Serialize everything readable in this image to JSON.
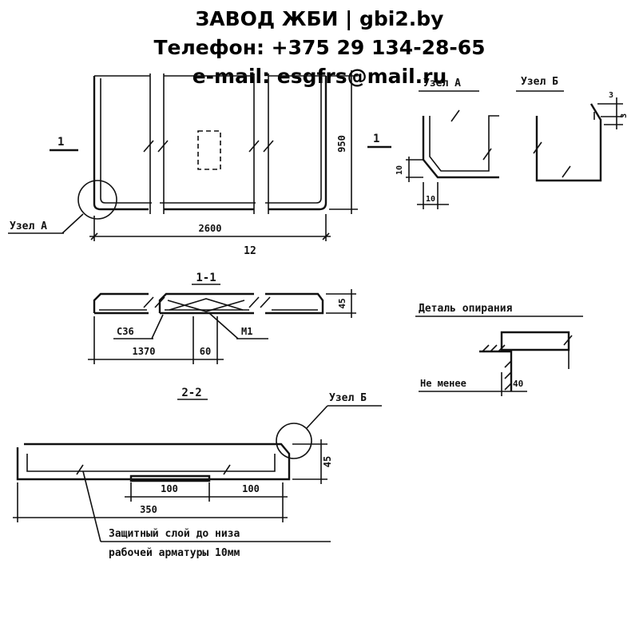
{
  "header": {
    "line1": "ЗАВОД ЖБИ | gbi2.by",
    "line2": "Телефон: +375 29 134-28-65",
    "line3": "e-mail: esgfrs@mail.ru"
  },
  "plan": {
    "section_mark_left": "1",
    "section_mark_right": "1",
    "width_dim": "950",
    "length_dim": "2600",
    "bottom_label": "12",
    "node_a_callout": "Узел А",
    "node_a_title": "Узел А",
    "node_b_title": "Узел Б",
    "node_a_dim_1": "10",
    "node_a_dim_2": "10",
    "node_b_dim_1": "3",
    "node_b_dim_2": "3"
  },
  "section_1": {
    "title": "1-1",
    "height_dim": "45",
    "left_dim": "1370",
    "mid_dim": "60",
    "rebar_label": "С36",
    "embedded_label": "М1"
  },
  "support_detail": {
    "title": "Деталь опирания",
    "caption": "Не менее",
    "dim": "40"
  },
  "section_2": {
    "title": "2-2",
    "node_b_callout": "Узел Б",
    "height_dim": "45",
    "dim_left": "100",
    "dim_right": "100",
    "total_dim": "350",
    "note_line1": "Защитный слой до низа",
    "note_line2": "рабочей арматуры 10мм"
  }
}
